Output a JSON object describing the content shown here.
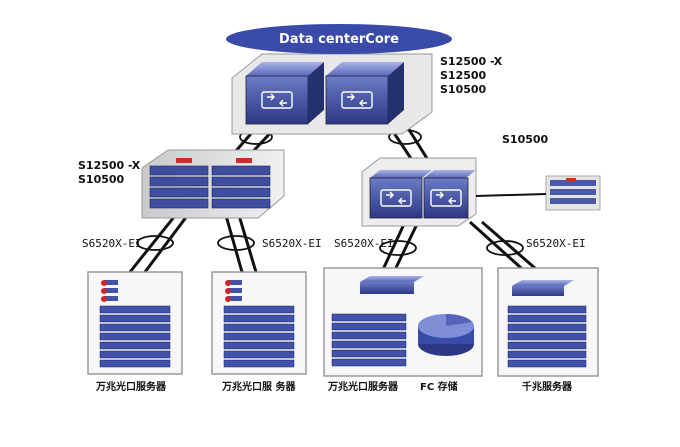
{
  "core": {
    "title": "Data centerCore",
    "models": [
      "S12500 -X",
      "S12500",
      "S10500"
    ]
  },
  "left_aggregation": {
    "models": [
      "S12500 -X",
      "S10500"
    ]
  },
  "right_aggregation": {
    "model": "S10500"
  },
  "access": [
    {
      "model": "S6520X-EI",
      "caption": "万兆光口服务器"
    },
    {
      "model": "S6520X-EI",
      "caption": "万兆光口服 务器"
    },
    {
      "model": "S6520X-EI",
      "caption": "万兆光口服务器"
    },
    {
      "model": "S6520X-EI",
      "caption": "千兆服务器"
    }
  ],
  "storage": {
    "caption": "FC 存储"
  },
  "colors": {
    "accent": "#3a4aa8",
    "device": "#3f4f9e",
    "frame": "#9a9a9a",
    "link": "#111111"
  }
}
